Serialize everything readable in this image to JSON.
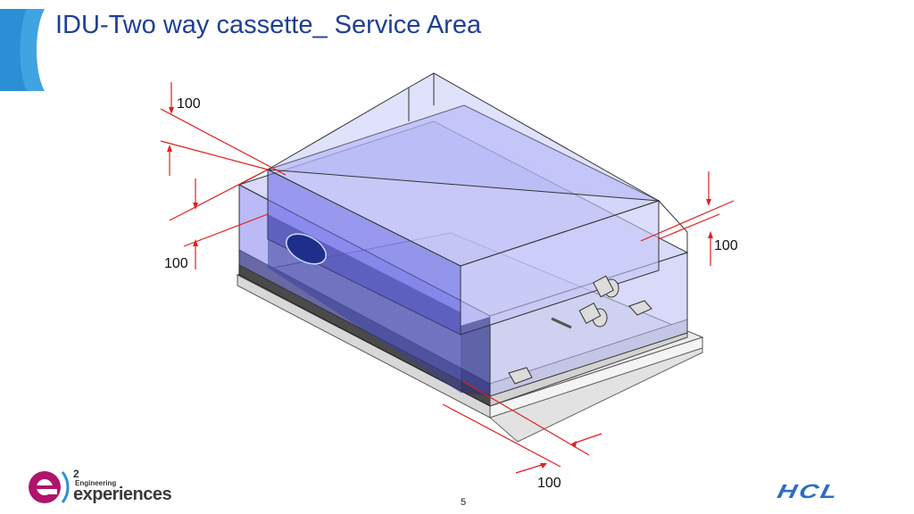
{
  "slide": {
    "title": "IDU-Two way cassette_ Service Area",
    "page_number": "5"
  },
  "diagram": {
    "dimension_labels": {
      "top_left": "100",
      "left": "100",
      "right": "100",
      "bottom": "100"
    },
    "colors": {
      "service_area_fill": "#8a8cf0",
      "dimension_line": "#e02020",
      "title": "#1f3f94"
    }
  },
  "logos": {
    "e2": {
      "superscript": "2",
      "small_text": "Engineering",
      "large_text": "experiences"
    },
    "hcl": {
      "text": "HCL"
    }
  }
}
